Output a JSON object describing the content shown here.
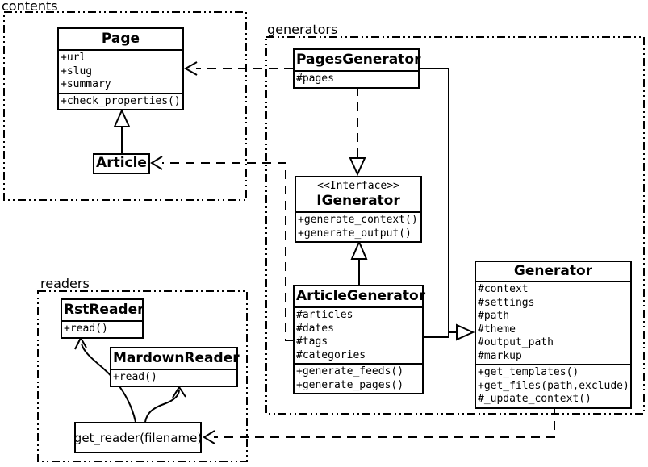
{
  "diagram": {
    "kind": "UML class diagram",
    "packages": {
      "contents": {
        "label": "contents"
      },
      "generators": {
        "label": "generators"
      },
      "readers": {
        "label": "readers"
      }
    },
    "classes": {
      "page": {
        "title": "Page",
        "attributes": [
          "+url",
          "+slug",
          "+summary"
        ],
        "methods": [
          "+check_properties()"
        ]
      },
      "article": {
        "title": "Article"
      },
      "pages_generator": {
        "title": "PagesGenerator",
        "attributes": [
          "#pages"
        ]
      },
      "igenerator": {
        "stereotype": "<<Interface>>",
        "title": "IGenerator",
        "methods": [
          "+generate_context()",
          "+generate_output()"
        ]
      },
      "article_generator": {
        "title": "ArticleGenerator",
        "attributes": [
          "#articles",
          "#dates",
          "#tags",
          "#categories"
        ],
        "methods": [
          "+generate_feeds()",
          "+generate_pages()"
        ]
      },
      "generator": {
        "title": "Generator",
        "attributes": [
          "#context",
          "#settings",
          "#path",
          "#theme",
          "#output_path",
          "#markup"
        ],
        "methods": [
          "+get_templates()",
          "+get_files(path,exclude)",
          "#_update_context()"
        ]
      },
      "rst_reader": {
        "title": "RstReader",
        "methods": [
          "+read()"
        ]
      },
      "mardown_reader": {
        "title": "MardownReader",
        "methods": [
          "+read()"
        ]
      },
      "get_reader": {
        "title": "get_reader(filename)"
      }
    },
    "relationships": [
      {
        "from": "Article",
        "to": "Page",
        "type": "generalization"
      },
      {
        "from": "PagesGenerator",
        "to": "Page",
        "type": "dependency"
      },
      {
        "from": "ArticleGenerator",
        "to": "Article",
        "type": "dependency"
      },
      {
        "from": "PagesGenerator",
        "to": "IGenerator",
        "type": "realization"
      },
      {
        "from": "ArticleGenerator",
        "to": "IGenerator",
        "type": "generalization"
      },
      {
        "from": "PagesGenerator",
        "to": "Generator",
        "type": "generalization"
      },
      {
        "from": "ArticleGenerator",
        "to": "Generator",
        "type": "generalization"
      },
      {
        "from": "Generator",
        "to": "get_reader(filename)",
        "type": "dependency"
      },
      {
        "from": "get_reader(filename)",
        "to": "RstReader",
        "type": "flow"
      },
      {
        "from": "get_reader(filename)",
        "to": "MardownReader",
        "type": "flow"
      }
    ],
    "colors": {
      "line": "#000000",
      "background": "#ffffff",
      "box_fill": "#ffffff",
      "text": "#000000"
    }
  }
}
